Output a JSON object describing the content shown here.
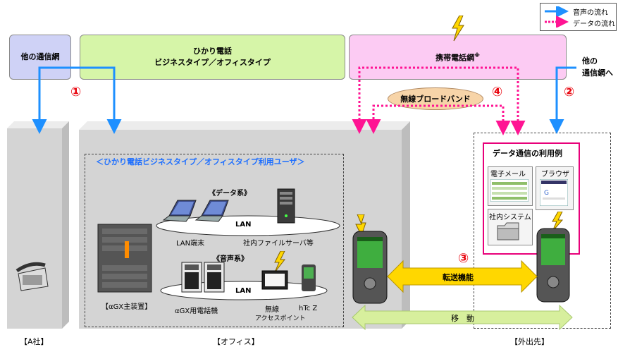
{
  "legend": {
    "voice_label": "音声の流れ",
    "data_label": "データの流れ"
  },
  "networks": {
    "other_left": "他の通信網",
    "hikari_title": "ひかり電話",
    "hikari_sub": "ビジネスタイプ／オフィスタイプ",
    "mobile": "携帯電話網",
    "mobile_mark": "※",
    "other_right_1": "他の",
    "other_right_2": "通信網へ"
  },
  "markers": {
    "m1": "①",
    "m2": "②",
    "m3": "③",
    "m4": "④"
  },
  "broadband": "無線ブロードバンド",
  "office": {
    "user_title": "＜ひかり電話ビジネスタイプ／オフィスタイプ利用ユーザ＞",
    "data_section": "《データ系》",
    "voice_section": "《音声系》",
    "lan1": "LAN",
    "lan2": "LAN",
    "lan_terminal": "LAN端末",
    "file_server": "社内ファイルサーバ等",
    "main_unit": "【αGX主装置】",
    "phone": "αGX用電話機",
    "ap_line1": "無線",
    "ap_line2": "アクセスポイント",
    "htcz": "hTc Z"
  },
  "outside": {
    "title": "データ通信の利用例",
    "email": "電子メール",
    "browser": "ブラウザ",
    "internal": "社内システム"
  },
  "transfer": "転送機能",
  "move": "移　動",
  "captions": {
    "a_company": "【A社】",
    "office": "【オフィス】",
    "outside": "【外出先】"
  },
  "colors": {
    "voice_arrow": "#1e90ff",
    "data_arrow": "#ff1493",
    "hikari_fill": "#d6f5a8",
    "mobile_fill": "#fccbf3",
    "other_fill": "#cfd2f6",
    "transfer_fill": "#ffd700",
    "move_fill": "#d7ef9d"
  }
}
